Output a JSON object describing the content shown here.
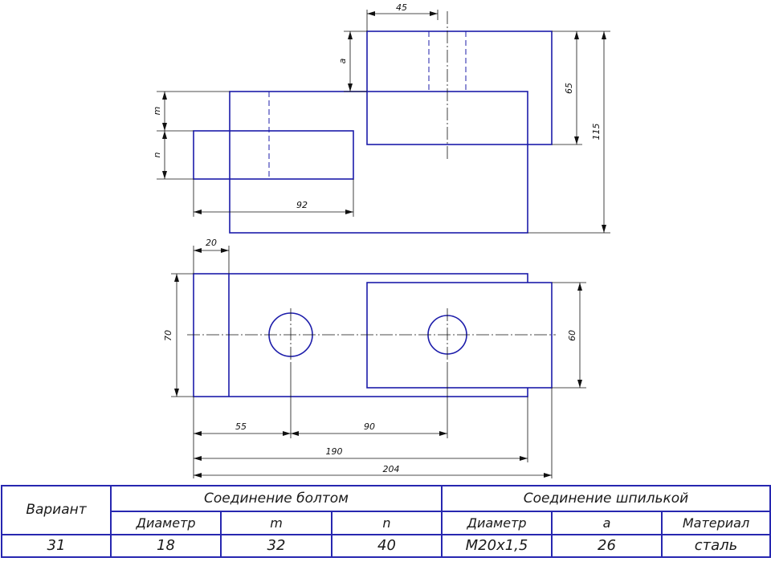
{
  "dimensions": {
    "top_width": "45",
    "a_label": "a",
    "h65": "65",
    "h115": "115",
    "m_label": "m",
    "n_label": "n",
    "w92": "92",
    "w20": "20",
    "h70": "70",
    "h60": "60",
    "w55": "55",
    "w90": "90",
    "w190": "190",
    "w204": "204"
  },
  "table": {
    "variant_header": "Вариант",
    "bolt_header": "Соединение болтом",
    "stud_header": "Соединение шпилькой",
    "bolt_cols": [
      "Диаметр",
      "m",
      "n"
    ],
    "stud_cols": [
      "Диаметр",
      "a",
      "Материал"
    ],
    "row": {
      "variant": "31",
      "bolt_diameter": "18",
      "m": "32",
      "n": "40",
      "stud_diameter": "M20x1,5",
      "a": "26",
      "material": "сталь"
    }
  },
  "colors": {
    "outline": "#1c1caa",
    "thin": "#111111"
  }
}
